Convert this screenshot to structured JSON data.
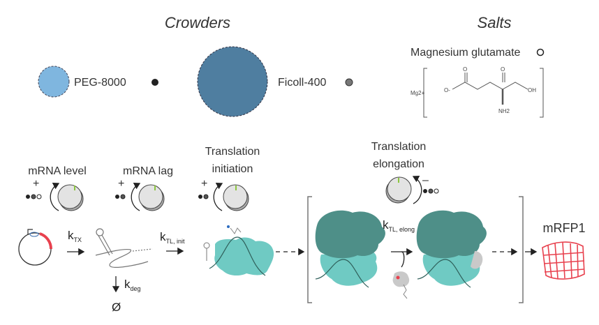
{
  "headers": {
    "crowders": "Crowders",
    "salts": "Salts"
  },
  "crowders": [
    {
      "label": "PEG-8000",
      "color": "#7fb6df",
      "marker": "#222222"
    },
    {
      "label": "Ficoll-400",
      "color": "#4f7ea0",
      "marker": "#666666"
    }
  ],
  "salt": {
    "label": "Magnesium glutamate",
    "mg": "Mg2+",
    "o_minus": "O-",
    "o1": "O",
    "o2": "O",
    "oh": "OH",
    "nh2": "NH2"
  },
  "steps": {
    "mrna_level": "mRNA level",
    "mrna_lag": "mRNA lag",
    "init_line1": "Translation",
    "init_line2": "initiation",
    "elong_line1": "Translation",
    "elong_line2": "elongation"
  },
  "signs": {
    "plus": "+",
    "minus": "–"
  },
  "rates": {
    "k": "k",
    "tx": "TX",
    "deg": "deg",
    "tl_init": "TL, init",
    "tl_elong": "TL, elong",
    "null": "Ø"
  },
  "product": "mRFP1",
  "colors": {
    "ribosome_large": "#4e8f88",
    "ribosome_small": "#6fcac3",
    "gene": "#e8414e",
    "knob": "#e3e3e3",
    "knob_tick": "#8cc63f"
  }
}
